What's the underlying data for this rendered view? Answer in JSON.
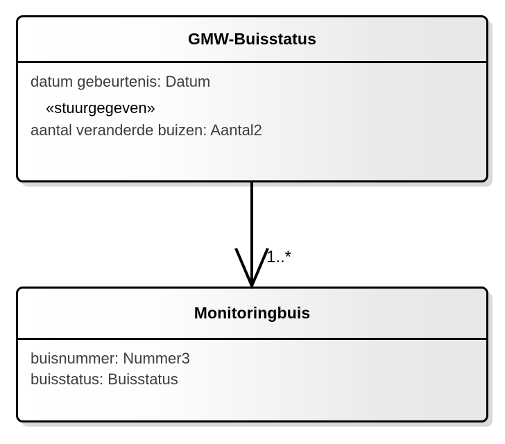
{
  "diagram": {
    "type": "uml-class-diagram",
    "background_color": "#ffffff",
    "classes": [
      {
        "id": "gmw-buisstatus",
        "name": "GMW-Buisstatus",
        "attributes": [
          {
            "text": "datum gebeurtenis: Datum",
            "kind": "attribute"
          },
          {
            "text": "«stuurgegeven»",
            "kind": "stereotype"
          },
          {
            "text": "aantal veranderde buizen: Aantal2",
            "kind": "attribute"
          }
        ]
      },
      {
        "id": "monitoringbuis",
        "name": "Monitoringbuis",
        "attributes": [
          {
            "text": "buisnummer: Nummer3",
            "kind": "attribute"
          },
          {
            "text": "buisstatus: Buisstatus",
            "kind": "attribute"
          }
        ]
      }
    ],
    "associations": [
      {
        "id": "gmw-buisstatus-to-monitoringbuis",
        "source": "GMW-Buisstatus",
        "target": "Monitoringbuis",
        "arrow": "open-arrowhead",
        "target_multiplicity": "1..*"
      }
    ],
    "colors": {
      "border": "#000000",
      "class_name_text": "#000000",
      "attribute_text": "#3d3d3d",
      "fill_light": "#ffffff",
      "fill_dark": "#e7e7e7",
      "shadow": "#969eac",
      "connector": "#000000"
    }
  }
}
